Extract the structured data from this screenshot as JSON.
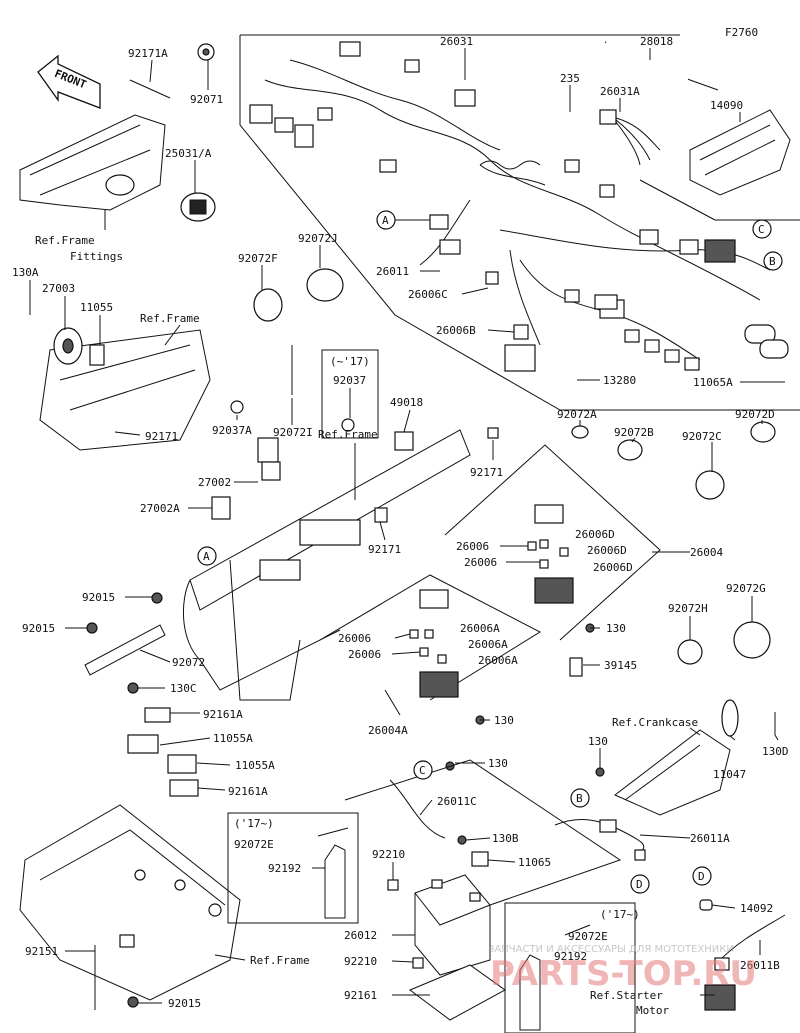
{
  "figure_code": "F2760",
  "front_label": "FRONT",
  "watermark": {
    "line1": "ЗАПЧАСТИ И АКСЕССУАРЫ ДЛЯ МОТОТЕХНИКИ",
    "line2": "PARTS-TOP.RU"
  },
  "labels": {
    "p92171A": "92171A",
    "p92071": "92071",
    "p26031": "26031",
    "p28018": "28018",
    "p235": "235",
    "p26031A": "26031A",
    "p14090": "14090",
    "p25031A": "25031/A",
    "refframe_fittings1": "Ref.Frame",
    "refframe_fittings2": "Fittings",
    "p130A": "130A",
    "p27003": "27003",
    "p11055": "11055",
    "refframe1": "Ref.Frame",
    "p92072F": "92072F",
    "p92072J": "92072J",
    "p26011": "26011",
    "p26006C": "26006C",
    "p26006B": "26006B",
    "p13280": "13280",
    "p11065A": "11065A",
    "y17a": "(~'17)",
    "p92037": "92037",
    "p49018": "49018",
    "p92037A": "92037A",
    "p92072I": "92072I",
    "p92171a": "92171",
    "refframe2": "Ref.Frame",
    "p92171b": "92171",
    "p92072A": "92072A",
    "p92072B": "92072B",
    "p92072C": "92072C",
    "p92072D": "92072D",
    "p27002": "27002",
    "p27002A": "27002A",
    "p92171c": "92171",
    "p26006a": "26006",
    "p26006D1": "26006D",
    "p26006D2": "26006D",
    "p26006b2": "26006",
    "p26006D3": "26006D",
    "p26004": "26004",
    "p92015a": "92015",
    "p92015b": "92015",
    "p92072": "92072",
    "p26006c2": "26006",
    "p26006A1": "26006A",
    "p26006A2": "26006A",
    "p26006d2": "26006",
    "p26006A3": "26006A",
    "p130a": "130",
    "p92072H": "92072H",
    "p92072G": "92072G",
    "p39145": "39145",
    "p26004A": "26004A",
    "p130b": "130",
    "p130C": "130C",
    "p92161A1": "92161A",
    "p11055A1": "11055A",
    "p11055A2": "11055A",
    "p92161A2": "92161A",
    "refcrankcase": "Ref.Crankcase",
    "p130c": "130",
    "p130D": "130D",
    "p11047": "11047",
    "p130d": "130",
    "p26011C": "26011C",
    "p130B": "130B",
    "p26011A": "26011A",
    "y17b": "('17~)",
    "p92072E1": "92072E",
    "p92192a": "92192",
    "p92210a": "92210",
    "p11065": "11065",
    "p26012": "26012",
    "p92210b": "92210",
    "p92161": "92161",
    "y17c": "('17~)",
    "p92072E2": "92072E",
    "p92192b": "92192",
    "p14092": "14092",
    "p26011B": "26011B",
    "refstarter1": "Ref.Starter",
    "refstarter2": "Motor",
    "p92151": "92151",
    "refframe3": "Ref.Frame",
    "p92015c": "92015"
  },
  "callouts": {
    "A1": "A",
    "A2": "A",
    "B1": "B",
    "B2": "B",
    "C1": "C",
    "C2": "C",
    "D1": "D",
    "D2": "D"
  }
}
